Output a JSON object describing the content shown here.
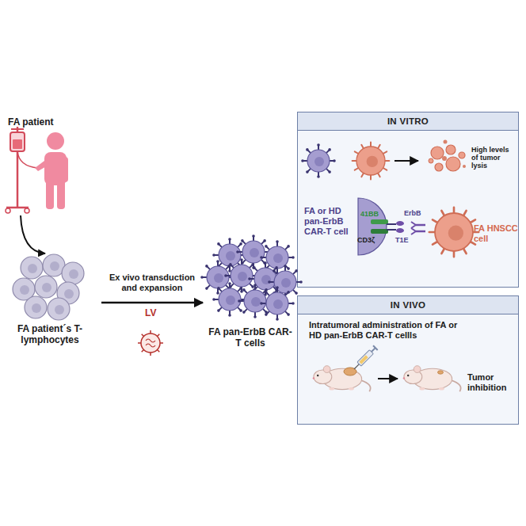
{
  "diagram": {
    "nodes": [
      {
        "text": [
          "FA patient"
        ]
      },
      {
        "text": [
          "FA patient´s T-lymphocytes"
        ]
      },
      {
        "text": [
          "FA pan-ErbB CAR-T cells"
        ]
      },
      {
        "text": [
          "IN VITRO",
          "High levels of tumor lysis",
          "FA or HD pan-ErbB CAR-T cell",
          "FA HNSCC cell"
        ]
      },
      {
        "text": [
          "IN VIVO",
          "Intratumoral administration of FA or HD pan-ErbB CAR-T cellls",
          "Tumor inhibition"
        ]
      }
    ],
    "edges": [
      {
        "from": 0,
        "to": 1,
        "arrow": "to"
      },
      {
        "from": 1,
        "to": 2,
        "label": "Ex vivo transduction and expansion",
        "arrow": "to"
      }
    ],
    "labels": [
      "LV",
      "41BB",
      "CD3ζ",
      "T1E",
      "ErbB"
    ]
  }
}
